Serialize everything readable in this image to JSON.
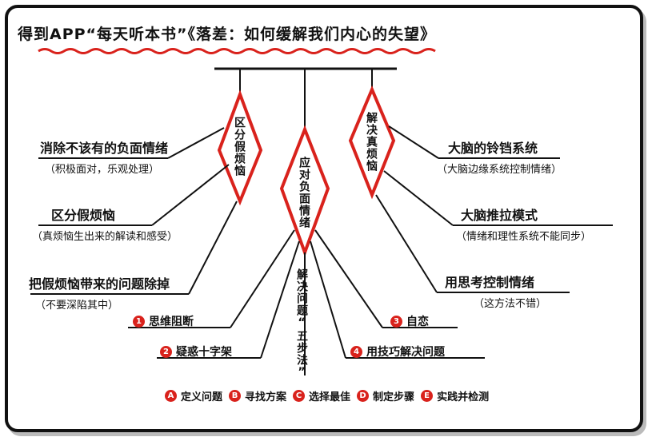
{
  "title": "得到APP“每天听本书”《落差：如何缓解我们内心的失望》",
  "diamonds": {
    "left": "区分假烦恼",
    "center": "应对负面情绪",
    "right": "解决真烦恼"
  },
  "left_branches": [
    {
      "main": "消除不该有的负面情绪",
      "sub": "（积极面对，乐观处理）"
    },
    {
      "main": "区分假烦恼",
      "sub": "（真烦恼生出来的解读和感受）"
    },
    {
      "main": "把假烦恼带来的问题除掉",
      "sub": "（不要深陷其中）"
    }
  ],
  "right_branches": [
    {
      "main": "大脑的铃铛系统",
      "sub": "（大脑边缘系统控制情绪）"
    },
    {
      "main": "大脑推拉模式",
      "sub": "（情绪和理性系统不能同步）"
    },
    {
      "main": "用思考控制情绪",
      "sub": "（这方法不错）"
    }
  ],
  "center_items": [
    {
      "badge": "1",
      "label": "思维阻断"
    },
    {
      "badge": "2",
      "label": "疑惑十字架"
    },
    {
      "badge": "3",
      "label": "自恋"
    },
    {
      "badge": "4",
      "label": "用技巧解决问题"
    }
  ],
  "five_steps_title": "解决问题“五步法”",
  "five_steps": [
    {
      "badge": "A",
      "label": "定义问题"
    },
    {
      "badge": "B",
      "label": "寻找方案"
    },
    {
      "badge": "C",
      "label": "选择最佳"
    },
    {
      "badge": "D",
      "label": "制定步骤"
    },
    {
      "badge": "E",
      "label": "实践并检测"
    }
  ],
  "colors": {
    "accent": "#d9221c",
    "ink": "#111111"
  }
}
